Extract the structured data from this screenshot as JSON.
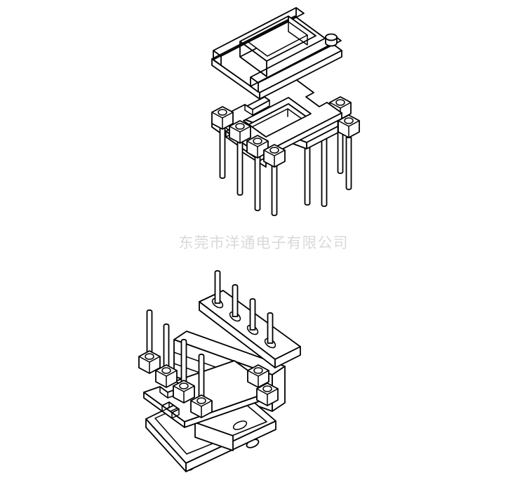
{
  "watermark": {
    "text": "东莞市洋通电子有限公司",
    "color": "#d9d9d9"
  },
  "drawing": {
    "background": "#ffffff",
    "line_color": "#000000",
    "views": 2,
    "pins_per_view": 8
  }
}
